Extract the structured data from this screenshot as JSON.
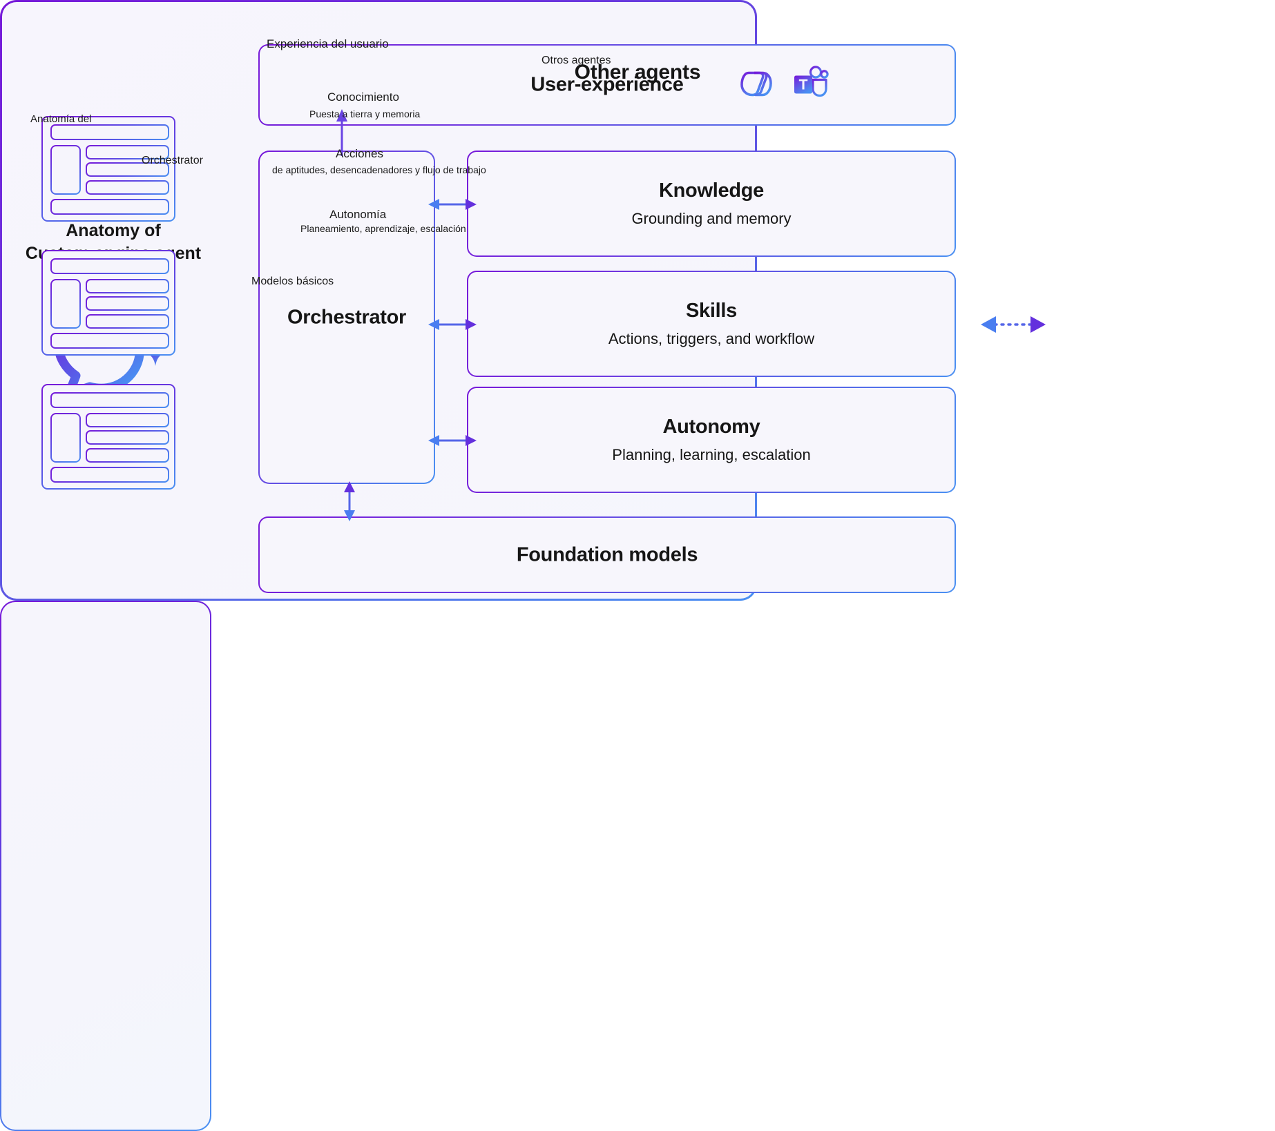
{
  "left_panel": {
    "title_line1": "Anatomy of",
    "title_line2": "Custom engine agent",
    "logo_icon": "copilot-chat-sparkle-icon"
  },
  "diagram": {
    "user_experience": {
      "title": "User-experience",
      "icons": [
        "microsoft-365-copilot-icon",
        "microsoft-teams-icon"
      ]
    },
    "orchestrator": {
      "title": "Orchestrator"
    },
    "capabilities": [
      {
        "title": "Knowledge",
        "subtitle": "Grounding and memory"
      },
      {
        "title": "Skills",
        "subtitle": "Actions, triggers, and workflow"
      },
      {
        "title": "Autonomy",
        "subtitle": "Planning, learning, escalation"
      }
    ],
    "foundation": {
      "title": "Foundation models"
    }
  },
  "other_agents": {
    "title": "Other agents",
    "card_count": 3
  },
  "translation_overlay": {
    "anatomia_del": "Anatomía del",
    "orchestrator": "Orchestrator",
    "experiencia_del_usuario": "Experiencia del usuario",
    "otros_agentes": "Otros agentes",
    "conocimiento": "Conocimiento",
    "puesta_a_tierra_y_memoria": "Puesta a tierra y memoria",
    "acciones": "Acciones",
    "de_aptitudes": "de aptitudes, desencadenadores y flujo de trabajo",
    "autonomia": "Autonomía",
    "planeamiento": "Planeamiento, aprendizaje, escalación",
    "modelos_basicos": "Modelos básicos"
  },
  "colors": {
    "purple": "#7719d9",
    "blue": "#4a90f2",
    "arrow_blue": "#4a7ef0",
    "arrow_purple": "#6430dd",
    "panel_bg": "#f6f5fc",
    "page_bg": "#ffffff",
    "text": "#161616"
  }
}
